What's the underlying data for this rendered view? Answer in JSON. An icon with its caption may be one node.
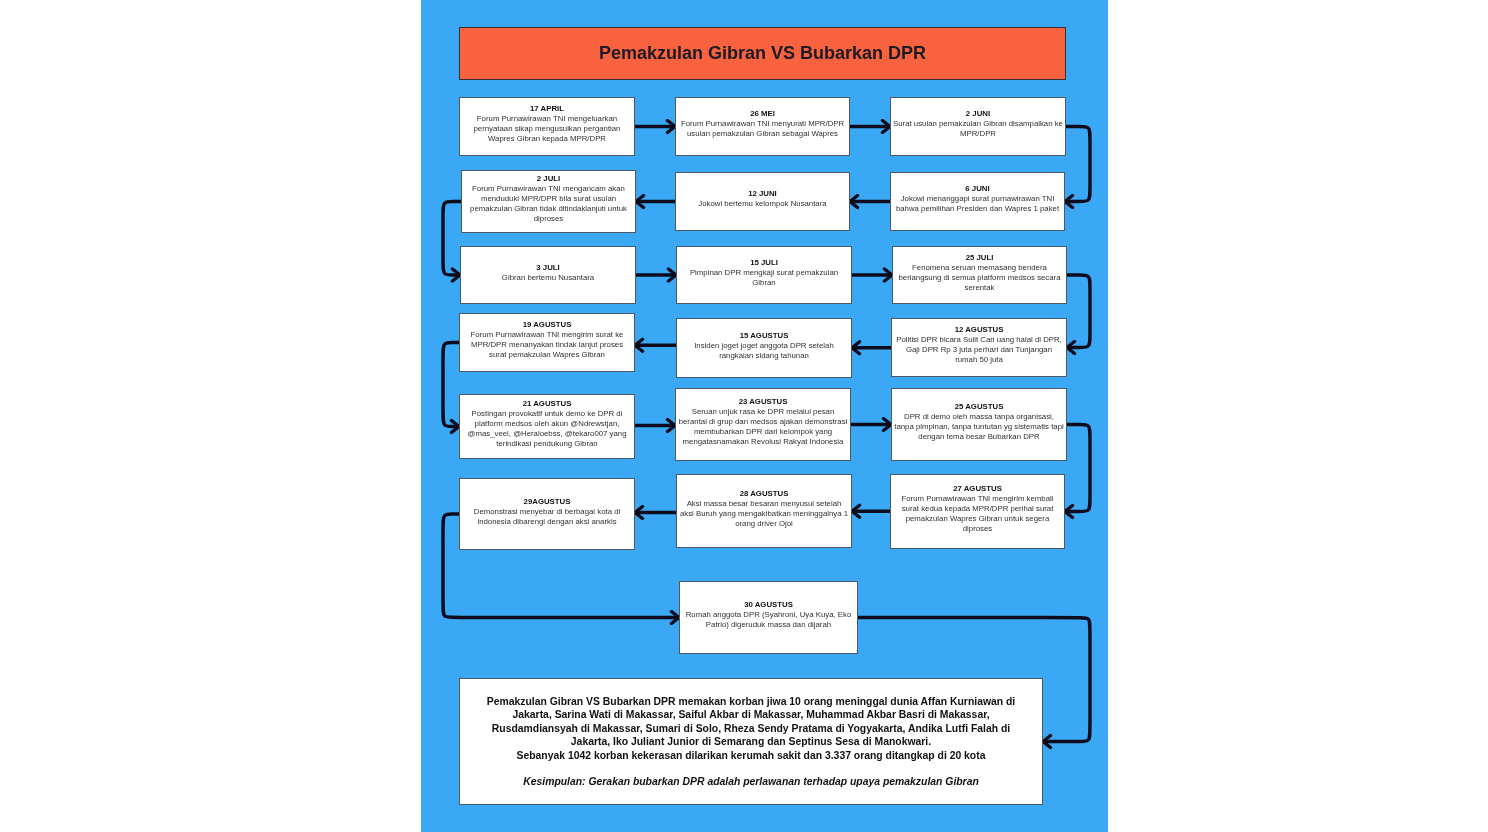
{
  "diagram": {
    "title": "Pemakzulan Gibran VS Bubarkan DPR",
    "nodes": [
      {
        "text": [
          "17 APRIL",
          "Forum Purnawirawan TNI mengeluarkan pernyataan sikap mengusulkan pergantian Wapres Gibran kepada MPR/DPR"
        ]
      },
      {
        "text": [
          "26 MEI",
          "Forum Purnawirawan TNI menyurati MPR/DPR usulan pemakzulan Gibran sebagai Wapres"
        ]
      },
      {
        "text": [
          "2 JUNI",
          "Surat usulan pemakzulan Gibran disampaikan ke MPR/DPR"
        ]
      },
      {
        "text": [
          "2 JULI",
          "Forum Purnawirawan TNI mengancam akan menduduki MPR/DPR bila surat usulan pemakzulan Gibran tidak ditindaklanjuti untuk diproses"
        ]
      },
      {
        "text": [
          "12 JUNI",
          "Jokowi bertemu kelompok Nusantara"
        ]
      },
      {
        "text": [
          "6 JUNI",
          "Jokowi menanggapi surat purnawirawan TNI bahwa pemilihan Presiden dan Wapres 1 paket"
        ]
      },
      {
        "text": [
          "3 JULI",
          "Gibran bertemu Nusantara"
        ]
      },
      {
        "text": [
          "15 JULI",
          "Pimpinan DPR mengkaji surat pemakzulan Gibran"
        ]
      },
      {
        "text": [
          "25 JULI",
          "Fenomena seruan memasang bendera berlangsung di semua platform medsos secara serentak"
        ]
      },
      {
        "text": [
          "19 AGUSTUS",
          "Forum Purnawirawan TNI mengirim surat ke MPR/DPR menanyakan tindak lanjut proses surat pemakzulan Wapres Gibran"
        ]
      },
      {
        "text": [
          "15 AGUSTUS",
          "Insiden joget joget anggota DPR setelah rangkaian sidang tahunan"
        ]
      },
      {
        "text": [
          "12 AGUSTUS",
          "Politisi DPR bicara Sulit Cari uang halal di DPR, Gaji DPR Rp 3 juta perhari dan Tunjangan rumah 50 juta"
        ]
      },
      {
        "text": [
          "21 AGUSTUS",
          "Postingan provokatif untuk demo ke DPR di platform medsos oleh akun @Ndrewstjan, @mas_veel, @Heraloebss, @tekaro007 yang terindikasi pendukung Gibran"
        ]
      },
      {
        "text": [
          "23 AGUSTUS",
          "Seruan unjuk rasa ke DPR melalui pesan berantai di grup dan medsos ajakan demonstrasi membubarkan DPR dari kelompok yang mengatasnamakan Revolusi Rakyat Indonesia"
        ]
      },
      {
        "text": [
          "25 AGUSTUS",
          "DPR di demo oleh massa tanpa organisasi, tanpa pimpinan, tanpa tuntutan yg sistematis tapi dengan tema besar Bubarkan DPR"
        ]
      },
      {
        "text": [
          "29AGUSTUS",
          "Demonstrasi menyebar di berbagai kota di indonesia dibarengi dengan aksi anarkis"
        ]
      },
      {
        "text": [
          "28 AGUSTUS",
          "Aksi massa besar besaran menyusul setelah aksi Buruh yang mengakibatkan meninggalnya 1 orang driver Ojol"
        ]
      },
      {
        "text": [
          "27 AGUSTUS",
          "Forum Purnawirawan TNI mengirim kembali surat kedua kepada MPR/DPR perihal surat pemakzulan Wapres Gibran untuk segera diproses"
        ]
      },
      {
        "text": [
          "30 AGUSTUS",
          "Rumah anggota DPR (Syahroni, Uya Kuya, Eko Patrio) digeruduk massa dan dijarah"
        ]
      },
      {
        "text": [
          "Pemakzulan Gibran VS Bubarkan DPR memakan korban jiwa 10 orang meninggal dunia Affan Kurniawan di Jakarta, Sarina Wati di Makassar, Saiful Akbar di Makassar, Muhammad Akbar Basri di Makassar, Rusdamdiansyah di Makassar, Sumari di Solo, Rheza Sendy Pratama di Yogyakarta, Andika Lutfi Falah di Jakarta, Iko Juliant Junior di Semarang dan Septinus Sesa di Manokwari.",
          "Sebanyak 1042 korban kekerasan dilarikan kerumah sakit dan 3.337 orang ditangkap di 20 kota",
          "Kesimpulan: Gerakan bubarkan DPR adalah perlawanan terhadap upaya pemakzulan Gibran"
        ]
      }
    ],
    "edges": [
      {
        "from": 0,
        "to": 1,
        "arrow": "to"
      },
      {
        "from": 1,
        "to": 2,
        "arrow": "to"
      },
      {
        "from": 2,
        "to": 5,
        "arrow": "to"
      },
      {
        "from": 5,
        "to": 4,
        "arrow": "to"
      },
      {
        "from": 4,
        "to": 3,
        "arrow": "to"
      },
      {
        "from": 3,
        "to": 6,
        "arrow": "to"
      },
      {
        "from": 6,
        "to": 7,
        "arrow": "to"
      },
      {
        "from": 7,
        "to": 8,
        "arrow": "to"
      },
      {
        "from": 8,
        "to": 11,
        "arrow": "to"
      },
      {
        "from": 11,
        "to": 10,
        "arrow": "to"
      },
      {
        "from": 10,
        "to": 9,
        "arrow": "to"
      },
      {
        "from": 9,
        "to": 12,
        "arrow": "to"
      },
      {
        "from": 12,
        "to": 13,
        "arrow": "to"
      },
      {
        "from": 13,
        "to": 14,
        "arrow": "to"
      },
      {
        "from": 14,
        "to": 17,
        "arrow": "to"
      },
      {
        "from": 17,
        "to": 16,
        "arrow": "to"
      },
      {
        "from": 16,
        "to": 15,
        "arrow": "to"
      },
      {
        "from": 15,
        "to": 18,
        "arrow": "to"
      },
      {
        "from": 18,
        "to": 19,
        "arrow": "to"
      }
    ]
  }
}
